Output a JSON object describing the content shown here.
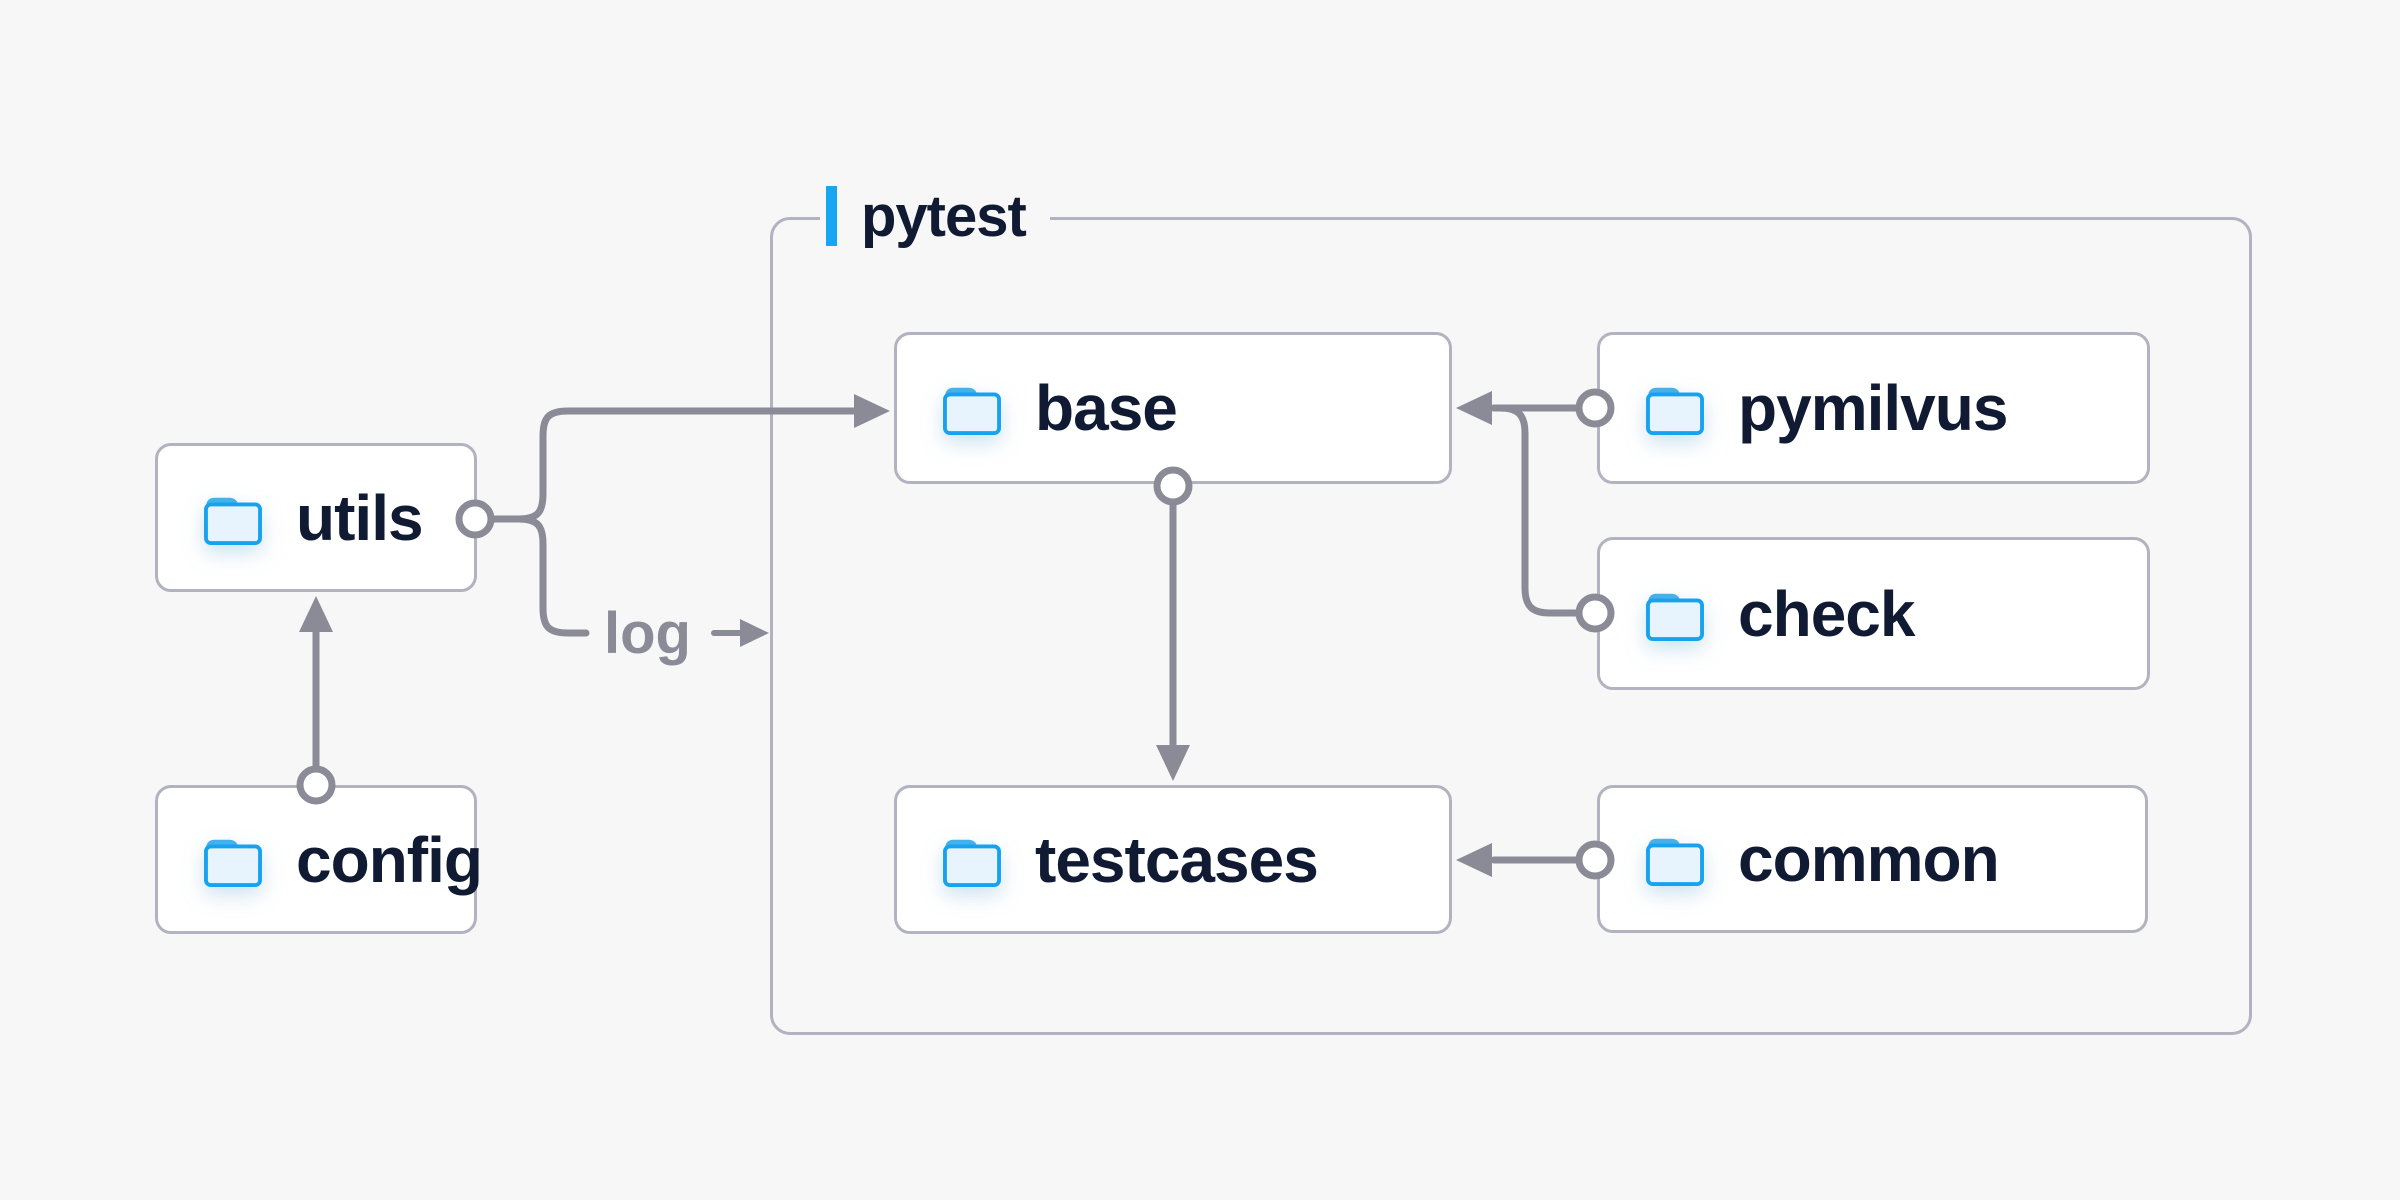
{
  "container": {
    "label": "pytest"
  },
  "nodes": {
    "utils": {
      "label": "utils",
      "icon": "folder-icon"
    },
    "config": {
      "label": "config",
      "icon": "folder-icon"
    },
    "base": {
      "label": "base",
      "icon": "folder-icon"
    },
    "pymilvus": {
      "label": "pymilvus",
      "icon": "folder-icon"
    },
    "check": {
      "label": "check",
      "icon": "folder-icon"
    },
    "testcases": {
      "label": "testcases",
      "icon": "folder-icon"
    },
    "common": {
      "label": "common",
      "icon": "folder-icon"
    }
  },
  "edges": [
    {
      "from": "config",
      "to": "utils",
      "label": ""
    },
    {
      "from": "utils",
      "to": "base",
      "label": ""
    },
    {
      "from": "utils",
      "to": "pytest",
      "label": "log"
    },
    {
      "from": "base",
      "to": "testcases",
      "label": ""
    },
    {
      "from": "pymilvus",
      "to": "base",
      "label": ""
    },
    {
      "from": "check",
      "to": "base",
      "label": ""
    },
    {
      "from": "common",
      "to": "testcases",
      "label": ""
    }
  ],
  "colors": {
    "background": "#f7f7f8",
    "node_fill": "#ffffff",
    "border_gray": "#b2b2c0",
    "connector_gray": "#8a8b97",
    "accent_blue": "#18a5f2",
    "folder_stroke_blue": "#17a2f0",
    "folder_fill_blue": "#e8f4fd",
    "folder_tab_blue": "#45b1ec",
    "text_navy": "#101b33",
    "edge_label_gray": "#8a8b97"
  }
}
